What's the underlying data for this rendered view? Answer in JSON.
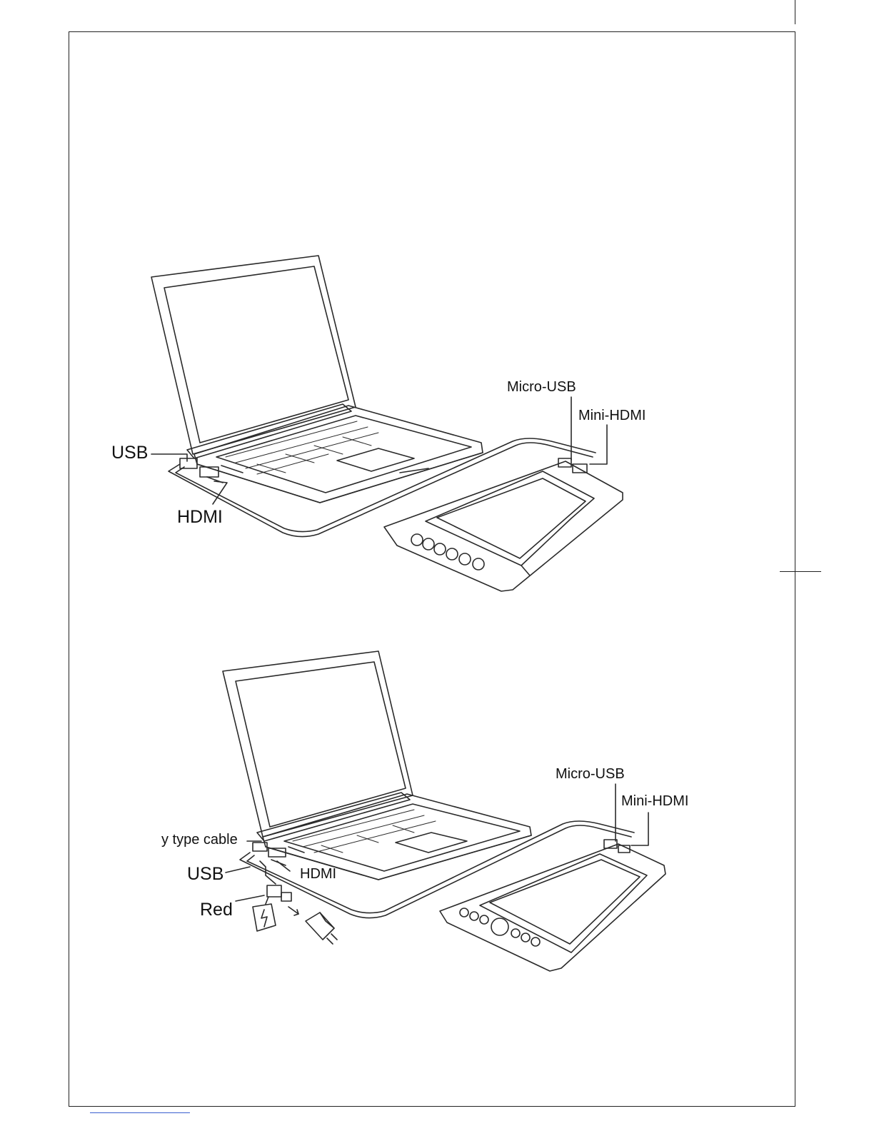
{
  "diagram_1": {
    "labels": {
      "usb": "USB",
      "hdmi": "HDMI",
      "micro_usb": "Micro-USB",
      "mini_hdmi": "Mini-HDMI"
    }
  },
  "diagram_2": {
    "labels": {
      "y_type_cable": "y type cable",
      "usb": "USB",
      "hdmi": "HDMI",
      "red": "Red",
      "micro_usb": "Micro-USB",
      "mini_hdmi": "Mini-HDMI"
    }
  }
}
